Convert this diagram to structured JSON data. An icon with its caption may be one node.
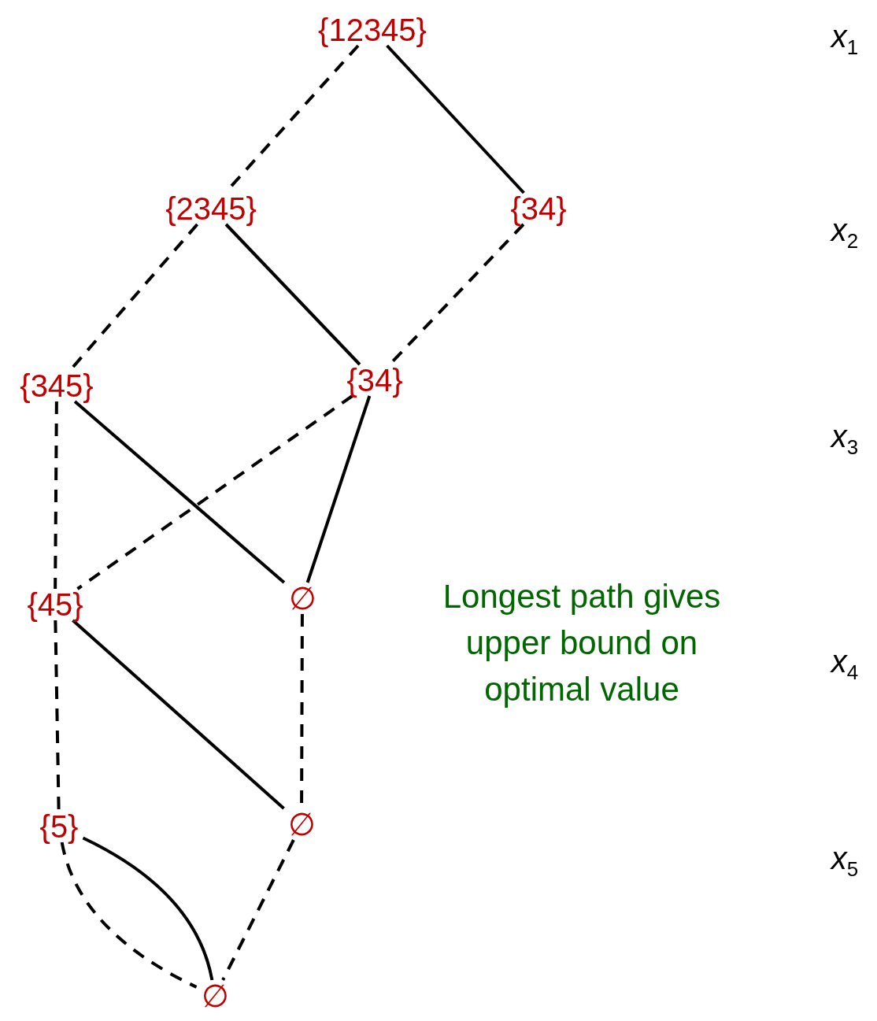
{
  "diagram": {
    "nodes": [
      {
        "text": [
          "{12345}"
        ]
      },
      {
        "text": [
          "{2345}"
        ]
      },
      {
        "text": [
          "{34}"
        ]
      },
      {
        "text": [
          "{345}"
        ]
      },
      {
        "text": [
          "{34}"
        ]
      },
      {
        "text": [
          "{45}"
        ]
      },
      {
        "text": [
          "∅"
        ]
      },
      {
        "text": [
          "{5}"
        ]
      },
      {
        "text": [
          "∅"
        ]
      },
      {
        "text": [
          "∅"
        ]
      }
    ],
    "edges": [
      {
        "from": 0,
        "to": 1,
        "arrow": "none",
        "style": "dashed"
      },
      {
        "from": 0,
        "to": 2,
        "arrow": "none"
      },
      {
        "from": 1,
        "to": 3,
        "arrow": "none",
        "style": "dashed"
      },
      {
        "from": 1,
        "to": 4,
        "arrow": "none"
      },
      {
        "from": 2,
        "to": 4,
        "arrow": "none",
        "style": "dashed"
      },
      {
        "from": 3,
        "to": 5,
        "arrow": "none",
        "style": "dashed"
      },
      {
        "from": 3,
        "to": 6,
        "arrow": "none"
      },
      {
        "from": 4,
        "to": 5,
        "arrow": "none",
        "style": "dashed"
      },
      {
        "from": 4,
        "to": 6,
        "arrow": "none"
      },
      {
        "from": 5,
        "to": 7,
        "arrow": "none",
        "style": "dashed"
      },
      {
        "from": 5,
        "to": 8,
        "arrow": "none"
      },
      {
        "from": 6,
        "to": 8,
        "arrow": "none",
        "style": "dashed"
      },
      {
        "from": 7,
        "to": 9,
        "arrow": "none",
        "style": "dashed"
      },
      {
        "from": 7,
        "to": 9,
        "arrow": "none"
      },
      {
        "from": 8,
        "to": 9,
        "arrow": "none",
        "style": "dashed"
      }
    ],
    "labels": [
      "*x*$_{1}$",
      "*x*$_{2}$",
      "*x*$_{3}$",
      "*x*$_{4}$",
      "Longest path gives upper bound on optimal value",
      "*x*$_{5}$"
    ]
  }
}
